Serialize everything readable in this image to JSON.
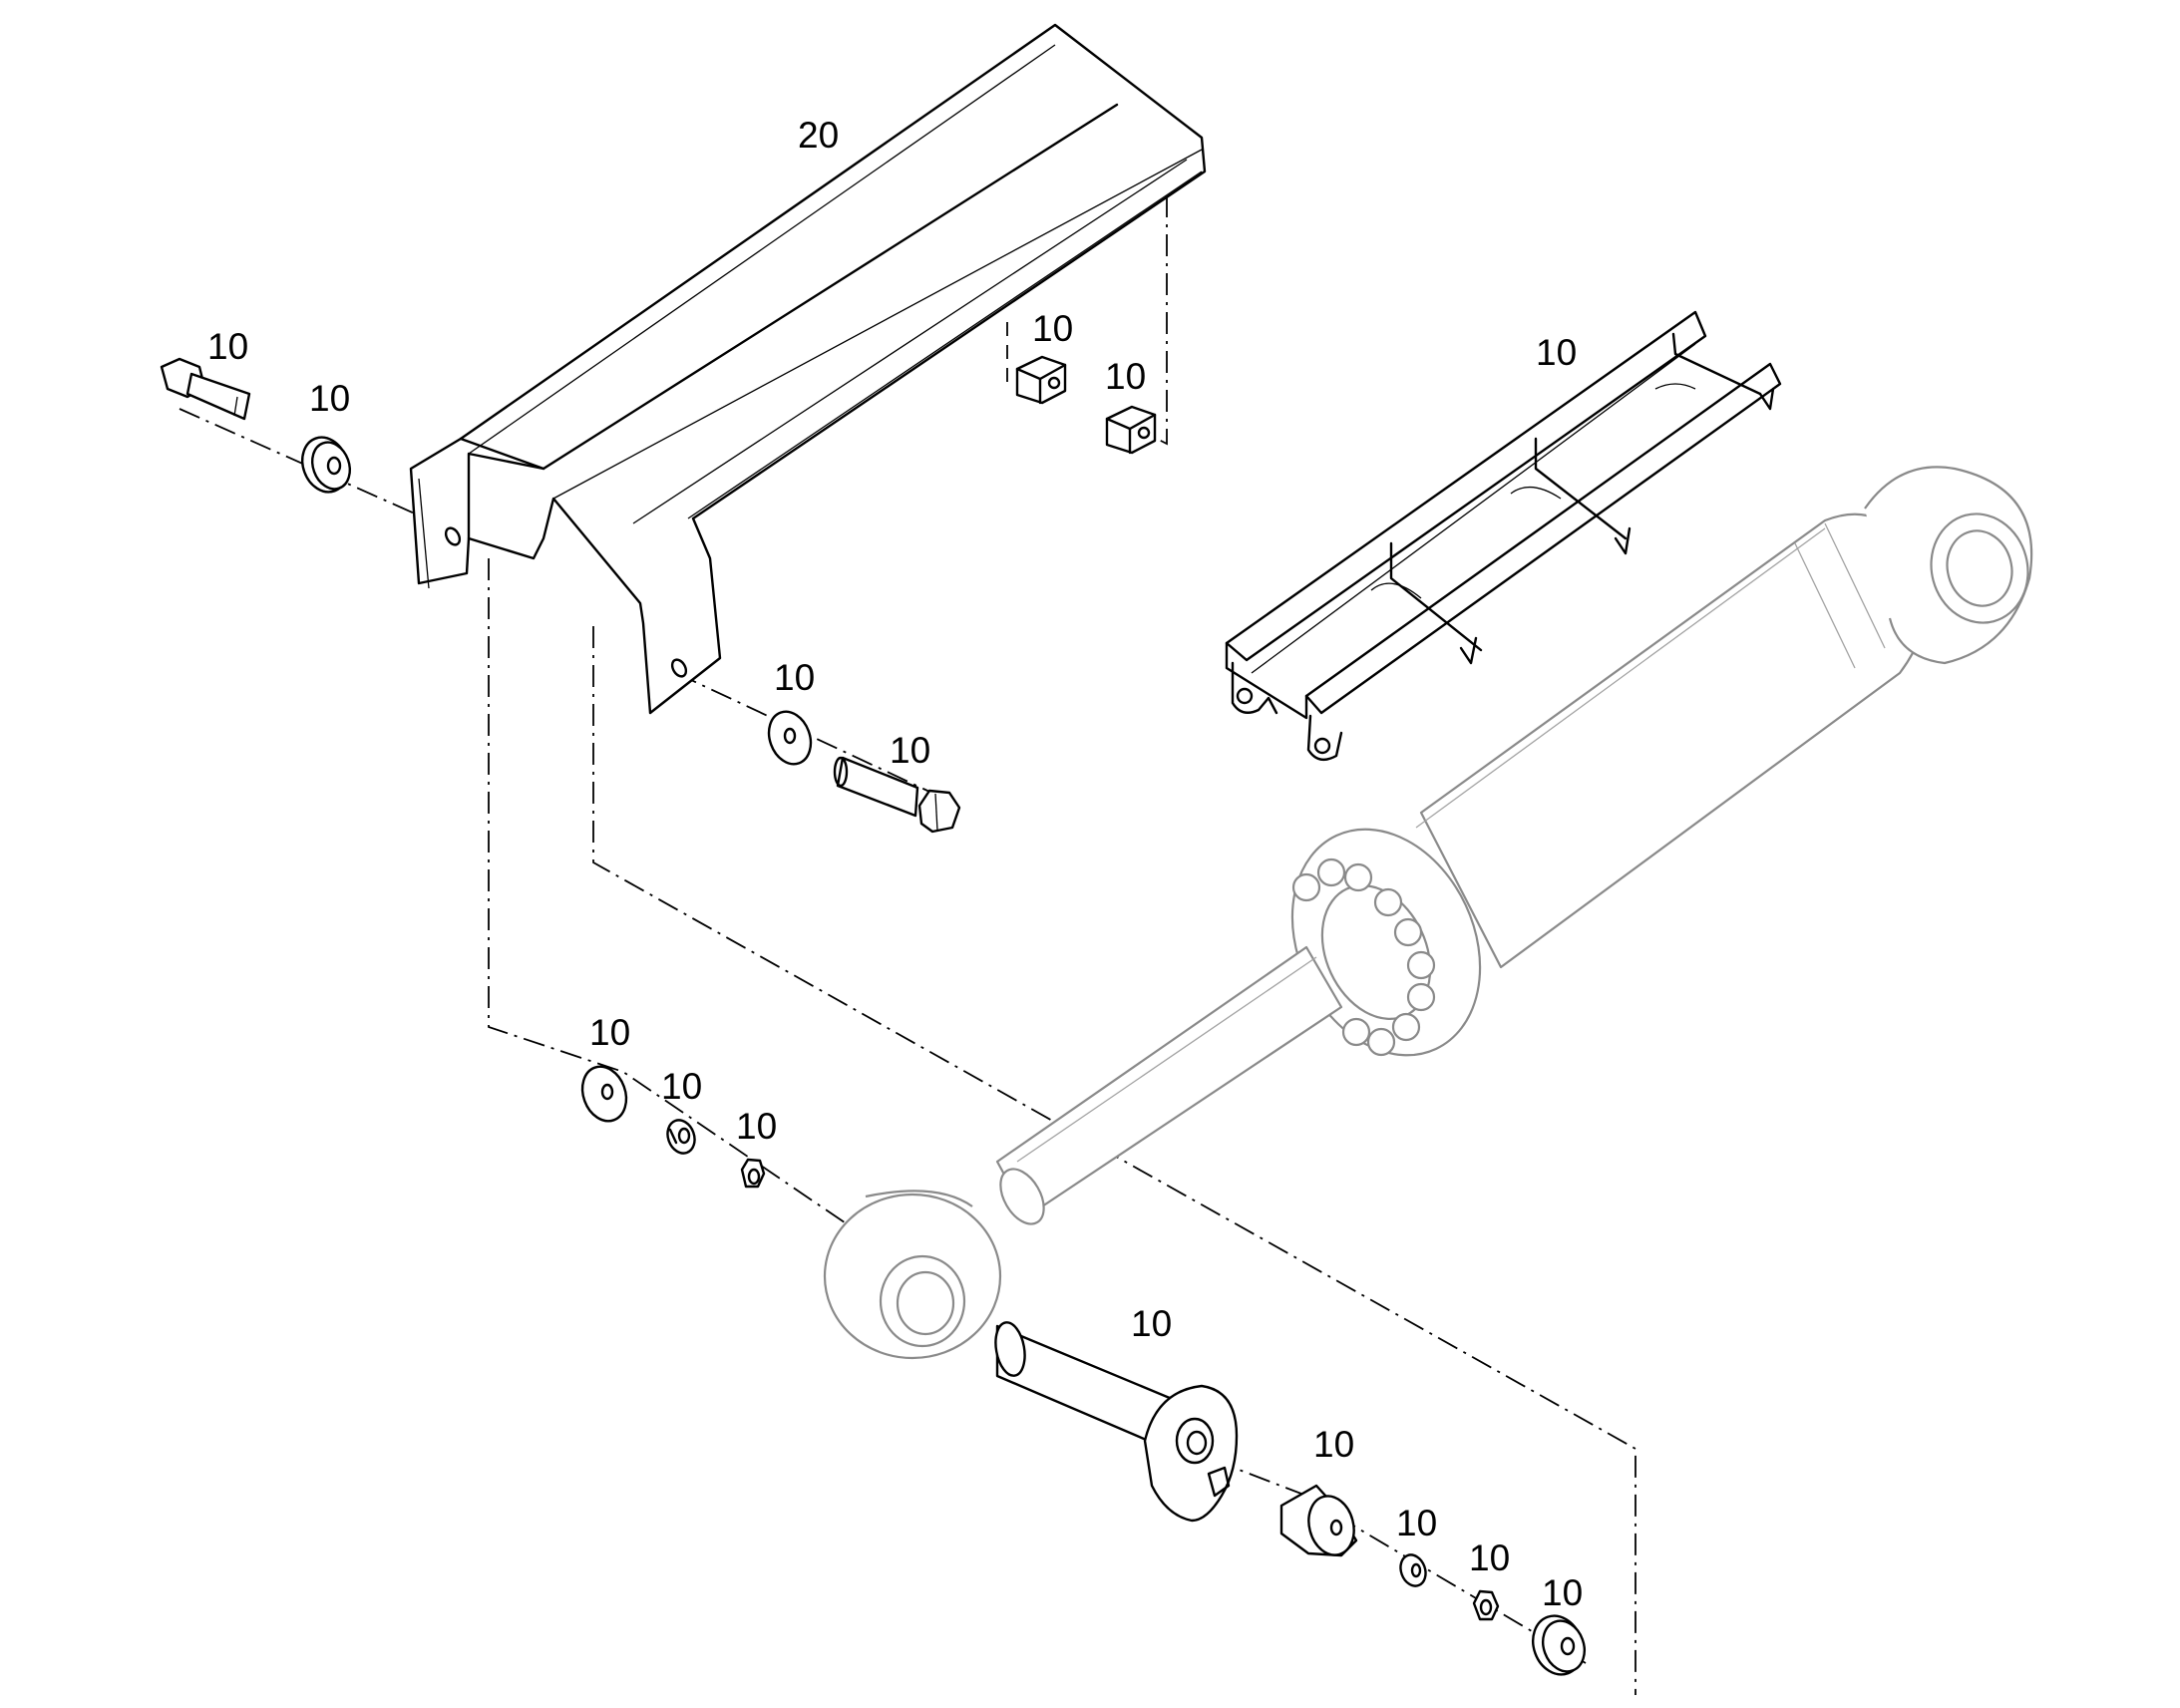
{
  "callouts": {
    "cover": "20",
    "bolt_top_left": "10",
    "washer_top_left": "10",
    "block_nut_a": "10",
    "block_nut_b": "10",
    "frame": "10",
    "washer_mid": "10",
    "bolt_mid": "10",
    "washer_lower_left": "10",
    "lockwasher_lower_left": "10",
    "nut_lower_left": "10",
    "pin": "10",
    "bushing": "10",
    "lockwasher_lower_right": "10",
    "nut_lower_right": "10",
    "washer_lower_right": "10"
  }
}
